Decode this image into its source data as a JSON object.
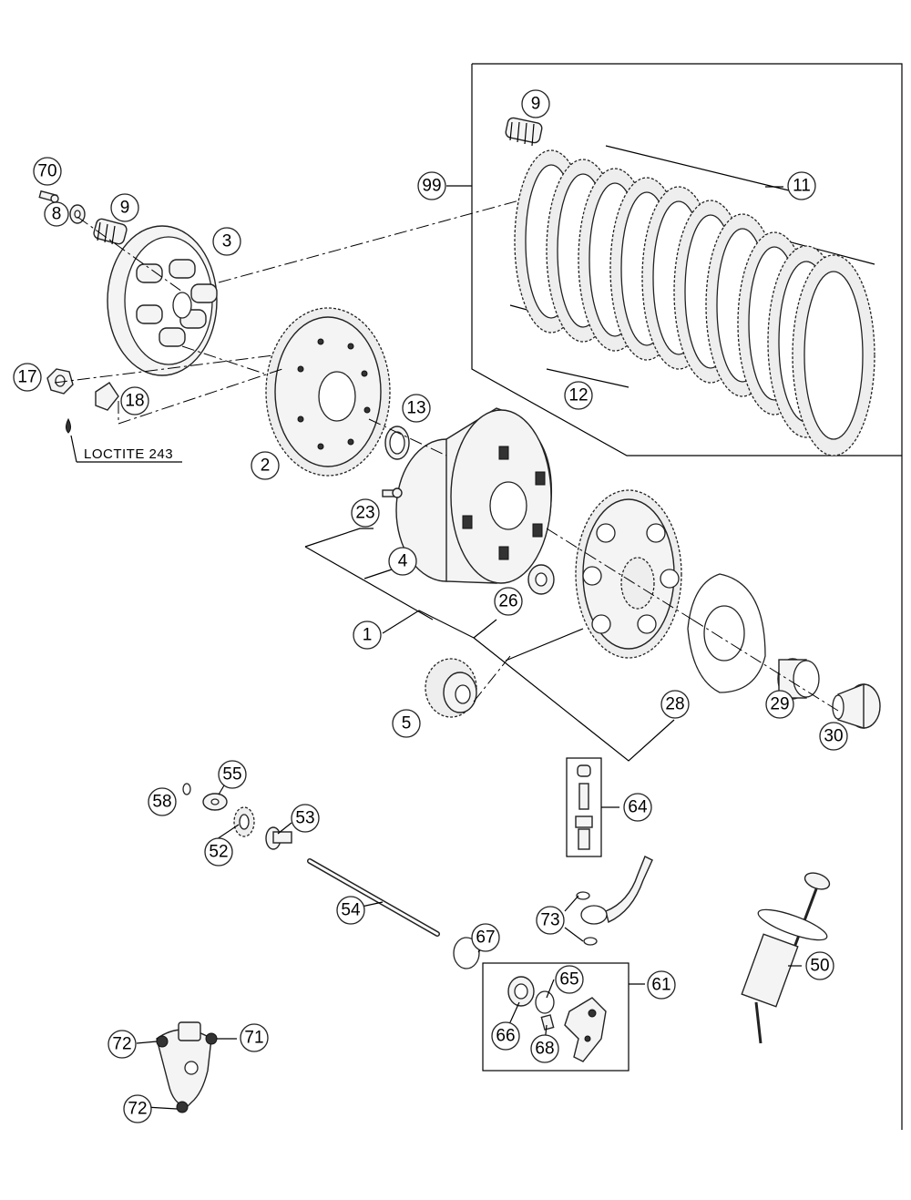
{
  "callouts": [
    {
      "id": "c70",
      "label": "70"
    },
    {
      "id": "c8",
      "label": "8"
    },
    {
      "id": "c9a",
      "label": "9"
    },
    {
      "id": "c3",
      "label": "3"
    },
    {
      "id": "c9b",
      "label": "9"
    },
    {
      "id": "c99",
      "label": "99"
    },
    {
      "id": "c11",
      "label": "11"
    },
    {
      "id": "c12",
      "label": "12"
    },
    {
      "id": "c17",
      "label": "17"
    },
    {
      "id": "c18",
      "label": "18"
    },
    {
      "id": "c13",
      "label": "13"
    },
    {
      "id": "c2",
      "label": "2"
    },
    {
      "id": "c23",
      "label": "23"
    },
    {
      "id": "c4",
      "label": "4"
    },
    {
      "id": "c26",
      "label": "26"
    },
    {
      "id": "c1",
      "label": "1"
    },
    {
      "id": "c5",
      "label": "5"
    },
    {
      "id": "c28",
      "label": "28"
    },
    {
      "id": "c29",
      "label": "29"
    },
    {
      "id": "c30",
      "label": "30"
    },
    {
      "id": "c55",
      "label": "55"
    },
    {
      "id": "c58",
      "label": "58"
    },
    {
      "id": "c53",
      "label": "53"
    },
    {
      "id": "c52",
      "label": "52"
    },
    {
      "id": "c64",
      "label": "64"
    },
    {
      "id": "c54",
      "label": "54"
    },
    {
      "id": "c67",
      "label": "67"
    },
    {
      "id": "c73",
      "label": "73"
    },
    {
      "id": "c50",
      "label": "50"
    },
    {
      "id": "c65",
      "label": "65"
    },
    {
      "id": "c61",
      "label": "61"
    },
    {
      "id": "c66",
      "label": "66"
    },
    {
      "id": "c68",
      "label": "68"
    },
    {
      "id": "c72a",
      "label": "72"
    },
    {
      "id": "c71",
      "label": "71"
    },
    {
      "id": "c72b",
      "label": "72"
    }
  ],
  "notes": {
    "loctite": "LOCTITE 243"
  }
}
